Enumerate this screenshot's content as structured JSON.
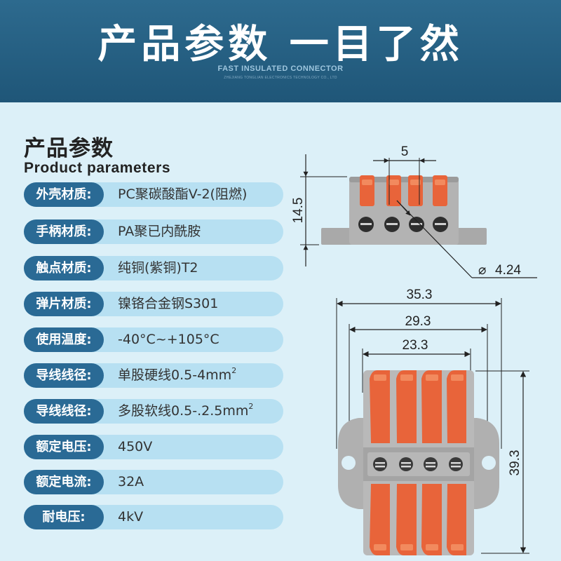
{
  "banner": {
    "title": "产品参数 一目了然",
    "subtitle": "FAST INSULATED CONNECTOR",
    "company": "ZHEJIANG TONGLIAN ELECTRONICS TECHNOLOGY CO., LTD"
  },
  "section": {
    "title": "产品参数",
    "subtitle": "Product parameters"
  },
  "params": [
    {
      "label": "外壳材质:",
      "value": "PC聚碳酸酯V-2(阻燃)"
    },
    {
      "label": "手柄材质:",
      "value": "PA聚已内酰胺"
    },
    {
      "label": "触点材质:",
      "value": "纯铜(紫铜)T2"
    },
    {
      "label": "弹片材质:",
      "value": "镍铬合金钢S301"
    },
    {
      "label": "使用温度:",
      "value": "-40°C~+105°C"
    },
    {
      "label": "导线线径:",
      "value": "单股硬线0.5-4mm",
      "sup": "2"
    },
    {
      "label": "导线线径:",
      "value": "多股软线0.5-.2.5mm",
      "sup": "2"
    },
    {
      "label": "额定电压:",
      "value": "450V"
    },
    {
      "label": "额定电流:",
      "value": "32A"
    },
    {
      "label": "耐电压:",
      "value": "4kV"
    }
  ],
  "dimensions": {
    "pitch": "5",
    "height": "14.5",
    "hole_dia": "4.24",
    "width_total": "35.3",
    "width_mid": "29.3",
    "width_inner": "23.3",
    "length": "39.3",
    "dia_symbol": "⌀"
  },
  "colors": {
    "banner": "#2d6a8e",
    "label_bg": "#2a6a95",
    "pill_bg": "#b7e0f2",
    "page_bg": "#dcf0f8",
    "lever": "#e8643a",
    "housing": "#a8a8a8"
  }
}
